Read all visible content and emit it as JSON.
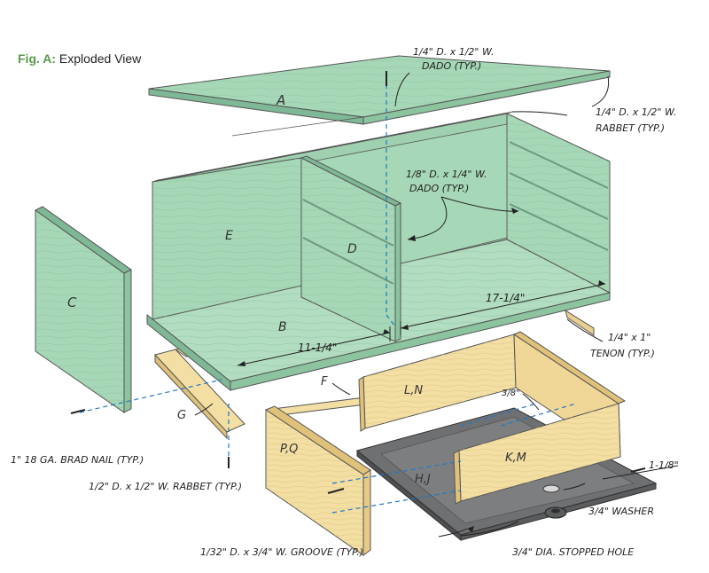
{
  "figure": {
    "tag": "Fig. A:",
    "title": "Exploded View"
  },
  "parts": {
    "A": "A",
    "B": "B",
    "C": "C",
    "D": "D",
    "E": "E",
    "F": "F",
    "G": "G",
    "LN": "L,N",
    "KM": "K,M",
    "PQ": "P,Q",
    "HJ": "H,J"
  },
  "callouts": {
    "dado_top_1": "1/4\" D. x 1/2\" W.",
    "dado_top_2": "DADO (TYP.)",
    "rabbet_1": "1/4\" D. x 1/2\" W.",
    "rabbet_2": "RABBET (TYP.)",
    "dado_mid_1": "1/8\" D. x 1/4\" W.",
    "dado_mid_2": "DADO (TYP.)",
    "dim_long": "17-1/4\"",
    "dim_short": "11-1/4\"",
    "tenon_1": "1/4\" x 1\"",
    "tenon_2": "TENON (TYP.)",
    "dim_3_8": "3/8\"",
    "dim_1_1_8": "1-1/8\"",
    "brad": "1\" 18 GA. BRAD NAIL (TYP.)",
    "rabbet_half": "1/2\" D. x 1/2\" W. RABBET (TYP.)",
    "washer": "3/4\" WASHER",
    "groove": "1/32\" D. x 3/4\" W. GROOVE (TYP.)",
    "stopped_hole": "3/4\" DIA. STOPPED HOLE"
  },
  "colors": {
    "green": "#a6d7b6",
    "green_dark": "#7fb896",
    "green_line": "#6c9a7e",
    "wood": "#f3dfa3",
    "wood_dark": "#dfc17a",
    "tray": "#6f7072",
    "tray_dark": "#4e4f51",
    "blue_dash": "#1f78c8",
    "ink": "#222222"
  }
}
